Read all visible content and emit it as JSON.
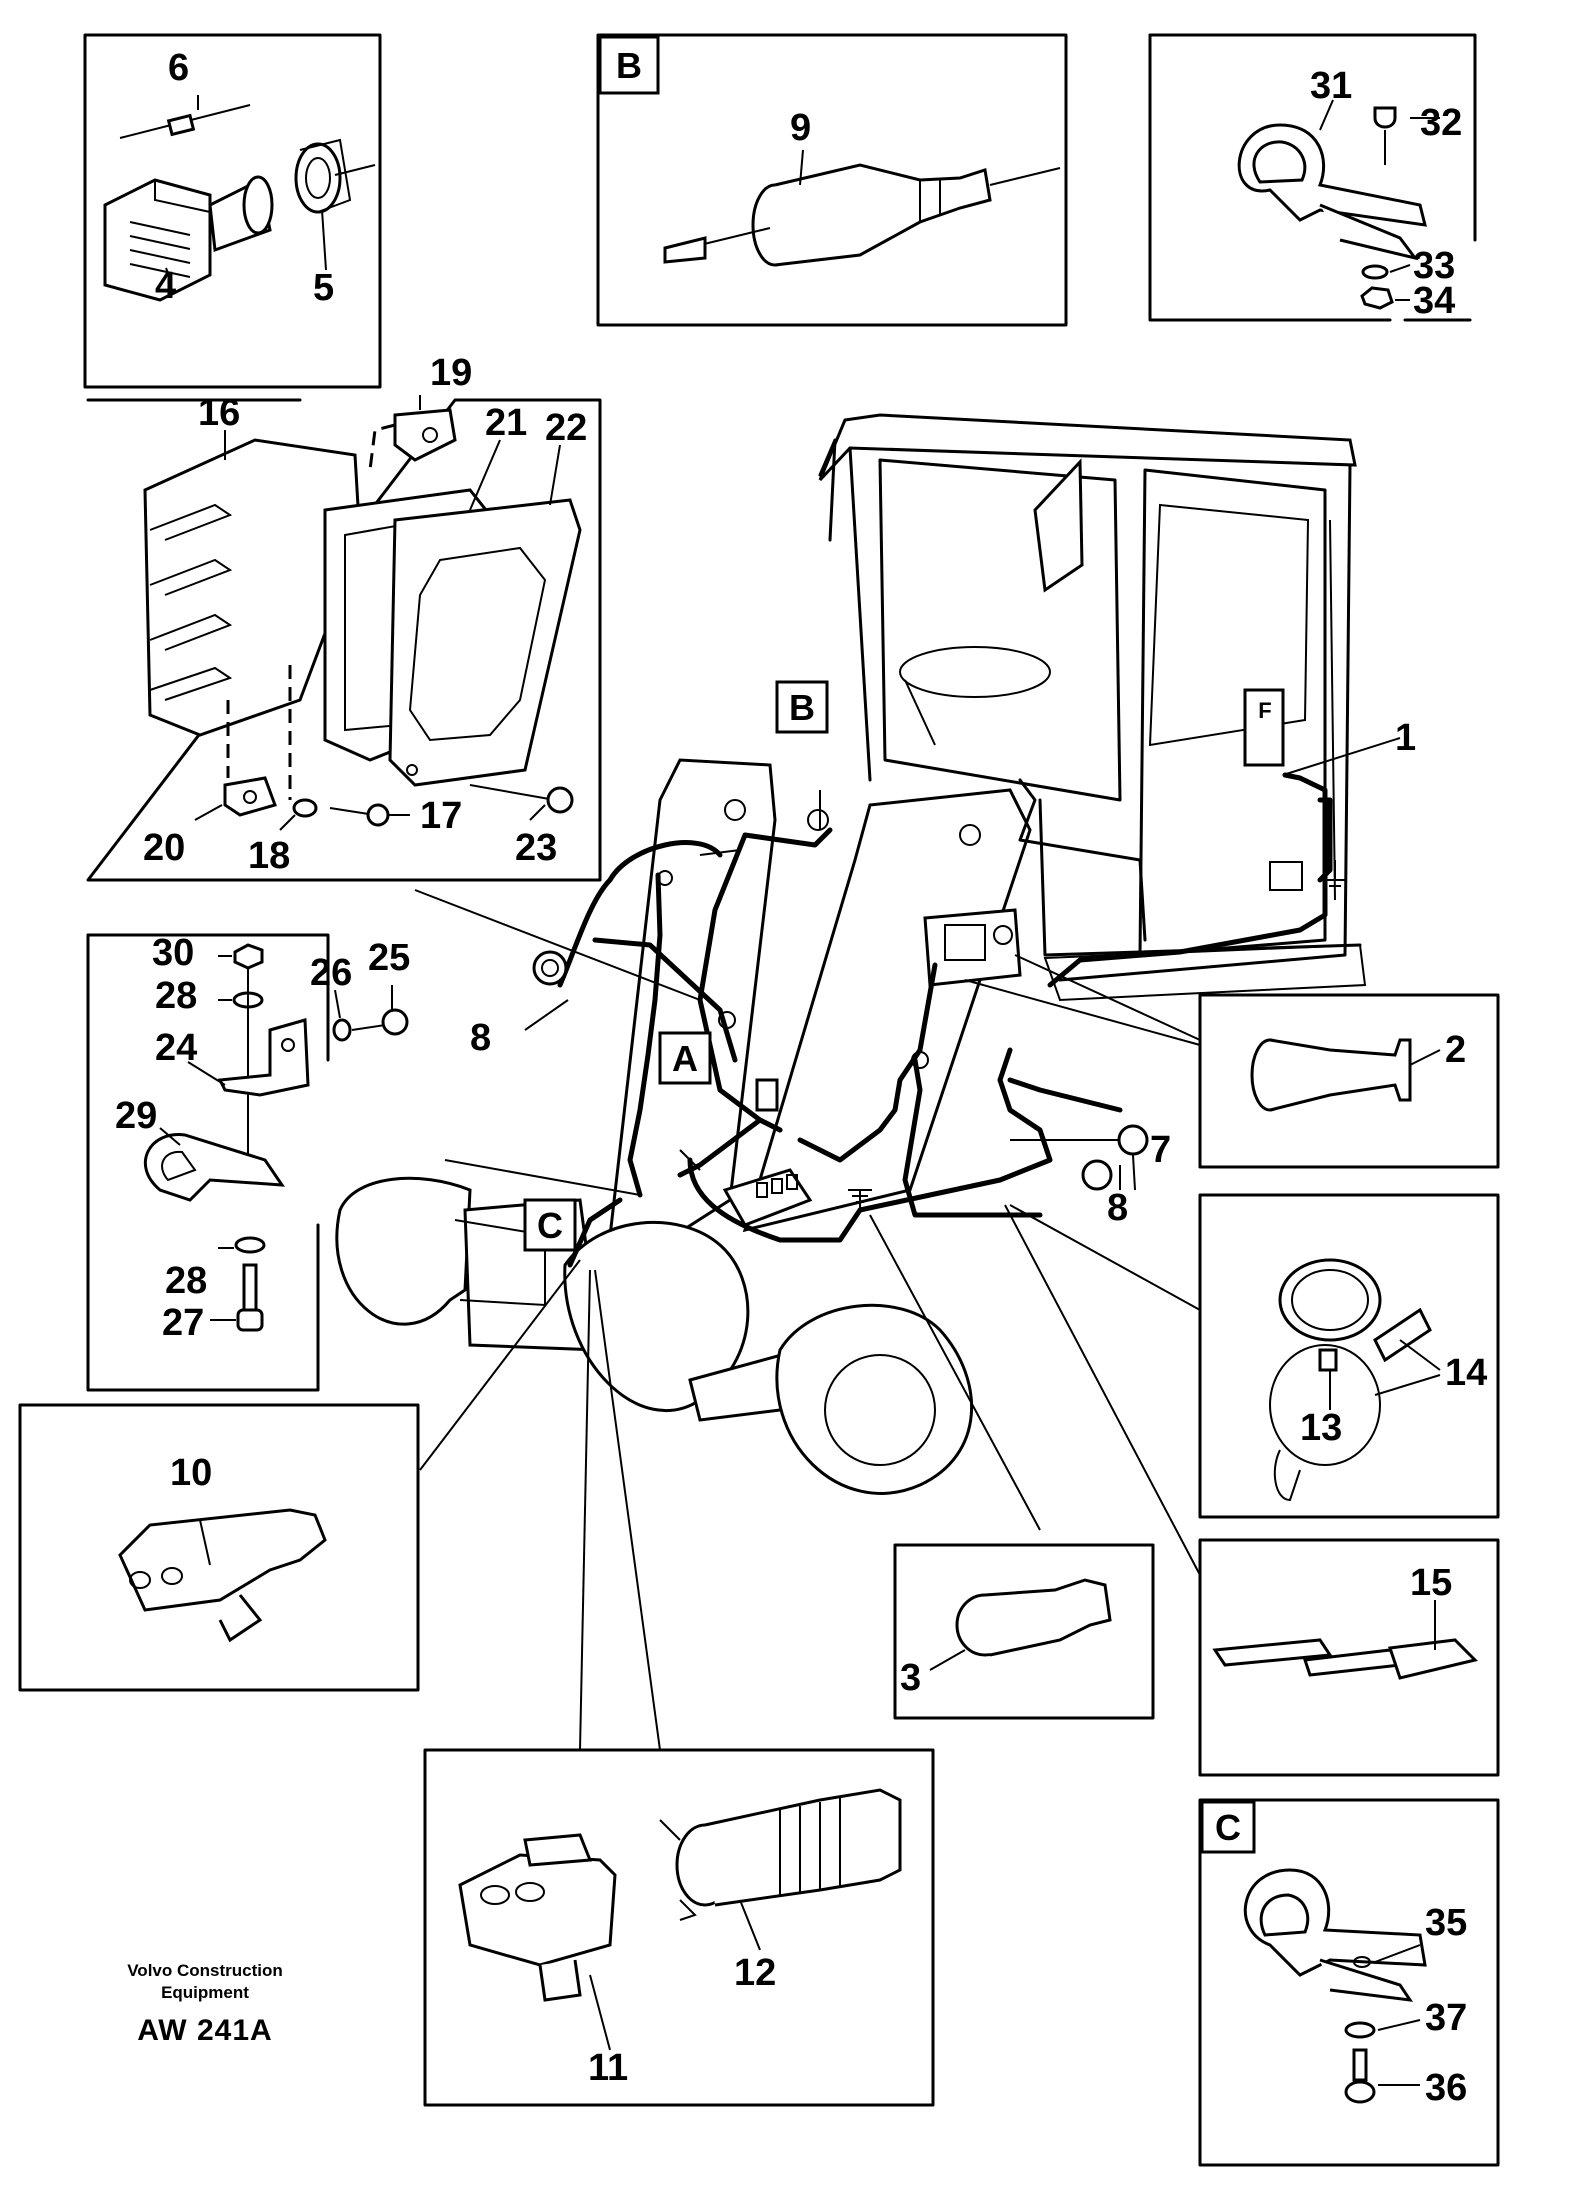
{
  "labels": {
    "n1": "1",
    "n2": "2",
    "n3": "3",
    "n4": "4",
    "n5": "5",
    "n6": "6",
    "n7": "7",
    "n8a": "8",
    "n8b": "8",
    "n9": "9",
    "n10": "10",
    "n11": "11",
    "n12": "12",
    "n13": "13",
    "n14": "14",
    "n15": "15",
    "n16": "16",
    "n17": "17",
    "n18": "18",
    "n19": "19",
    "n20": "20",
    "n21": "21",
    "n22": "22",
    "n23": "23",
    "n24": "24",
    "n25": "25",
    "n26": "26",
    "n27": "27",
    "n28a": "28",
    "n28b": "28",
    "n29": "29",
    "n30": "30",
    "n31": "31",
    "n32": "32",
    "n33": "33",
    "n34": "34",
    "n35": "35",
    "n36": "36",
    "n37": "37"
  },
  "detail_tags": {
    "a": "A",
    "b_panel": "B",
    "b_main": "B",
    "c_panel": "C",
    "c_main": "C",
    "f": "F"
  },
  "footer": {
    "company": "Volvo Construction\nEquipment",
    "code": "AW 241A"
  }
}
